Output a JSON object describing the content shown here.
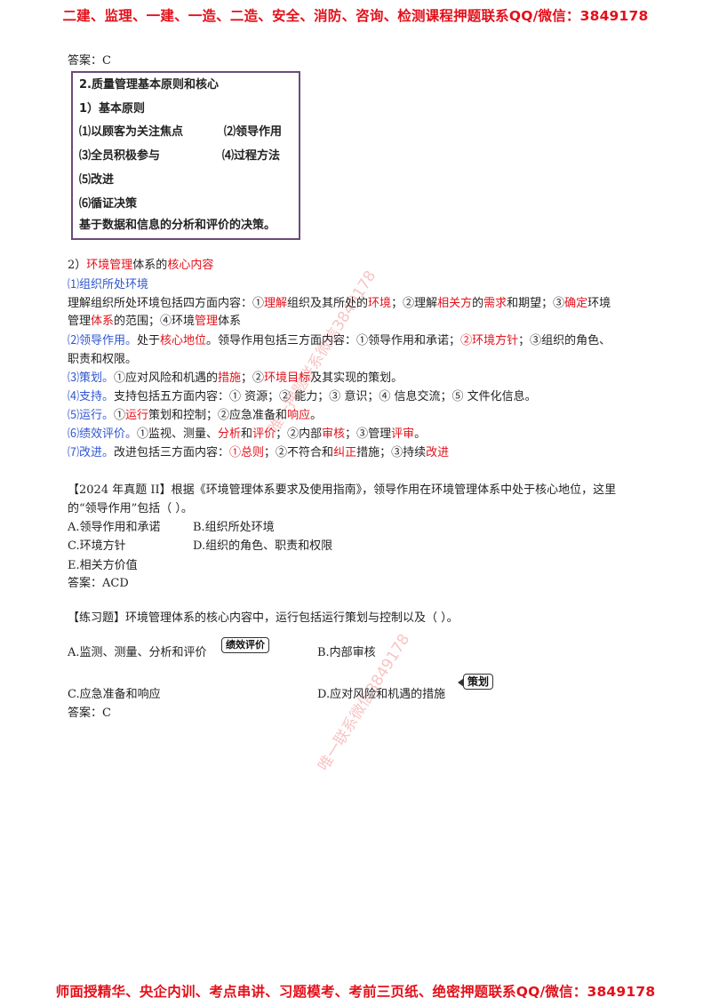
{
  "banner_top": "二建、监理、一建、一造、二造、安全、消防、咨询、检测课程押题联系QQ/微信：3849178",
  "banner_bottom": "师面授精华、央企内训、考点串讲、习题模考、考前三页纸、绝密押题联系QQ/微信：3849178",
  "watermarks": [
    "唯一押题联系微信3849178",
    "唯一联系微信3849178"
  ],
  "answer1": "答案：C",
  "box": {
    "title": "2.质量管理基本原则和核心",
    "subtitle": "1）基本原则",
    "items": [
      "⑴以顾客为关注焦点",
      "⑵领导作用",
      "⑶全员积极参与",
      "⑷过程方法",
      "⑸改进",
      "⑹循证决策"
    ],
    "note": "基于数据和信息的分析和评价的决策。"
  },
  "section": {
    "pre": "2）",
    "h1": "环境管理",
    "h2": "体系的",
    "h3": "核心内容"
  },
  "p1": {
    "head": "⑴组织所处环境",
    "a": "理解组织所处环境包括四方面内容：①",
    "b": "理解",
    "c": "组织及其所处的",
    "d": "环境",
    "e": "；②理解",
    "f": "相关方",
    "g": "的",
    "h": "需求",
    "i": "和期望；③",
    "j": "确定",
    "k": "环境",
    "l": "管理",
    "m": "体系",
    "n": "的范围；④环境",
    "o": "管理",
    "p": "体系"
  },
  "p2": {
    "a": "⑵领导作用。",
    "b": "处于",
    "c": "核心地位",
    "d": "。领导作用包括三方面内容：①领导作用和承诺；",
    "e": "②环境方针",
    "f": "；③组织的角色、",
    "g": "职责和权限。"
  },
  "p3": {
    "a": "⑶策划。",
    "b": "①应对风险和机遇的",
    "c": "措施",
    "d": "；②",
    "e": "环境目标",
    "f": "及其实现的策划。"
  },
  "p4": {
    "a": "⑷支持。",
    "b": "支持包括五方面内容：① 资源；② 能力；③ 意识；④ 信息交流；⑤ 文件化信息。"
  },
  "p5": {
    "a": "⑸运行。",
    "b": "①",
    "c": "运行",
    "d": "策划和控制；②应急准备和",
    "e": "响应",
    "f": "。"
  },
  "p6": {
    "a": "⑹绩效评价。",
    "b": "①监视、测量、",
    "c": "分析",
    "d": "和",
    "e": "评价",
    "f": "；②内部",
    "g": "审核",
    "h": "；③管理",
    "i": "评审",
    "j": "。"
  },
  "p7": {
    "a": "⑺改进。",
    "b": "改进包括三方面内容：",
    "c": "①总则",
    "d": "；②不符合和",
    "e": "纠正",
    "f": "措施；③持续",
    "g": "改进"
  },
  "q1": {
    "stem1": "【2024 年真题 II】根据《环境管理体系要求及使用指南》，领导作用在环境管理体系中处于核心地位，这里",
    "stem2": "的“领导作用”包括（    ）。",
    "optA": "A.领导作用和承诺",
    "optB": "B.组织所处环境",
    "optC": "C.环境方针",
    "optD": "D.组织的角色、职责和权限",
    "optE": "E.相关方价值",
    "answer": "答案：ACD"
  },
  "q2": {
    "stem": "【练习题】环境管理体系的核心内容中，运行包括运行策划与控制以及（   ）。",
    "optA": "A.监测、测量、分析和评价",
    "tagA": "绩效评价",
    "optB": "B.内部审核",
    "optC": "C.应急准备和响应",
    "optD": "D.应对风险和机遇的措施",
    "tagD": "策划",
    "answer": "答案：C"
  }
}
